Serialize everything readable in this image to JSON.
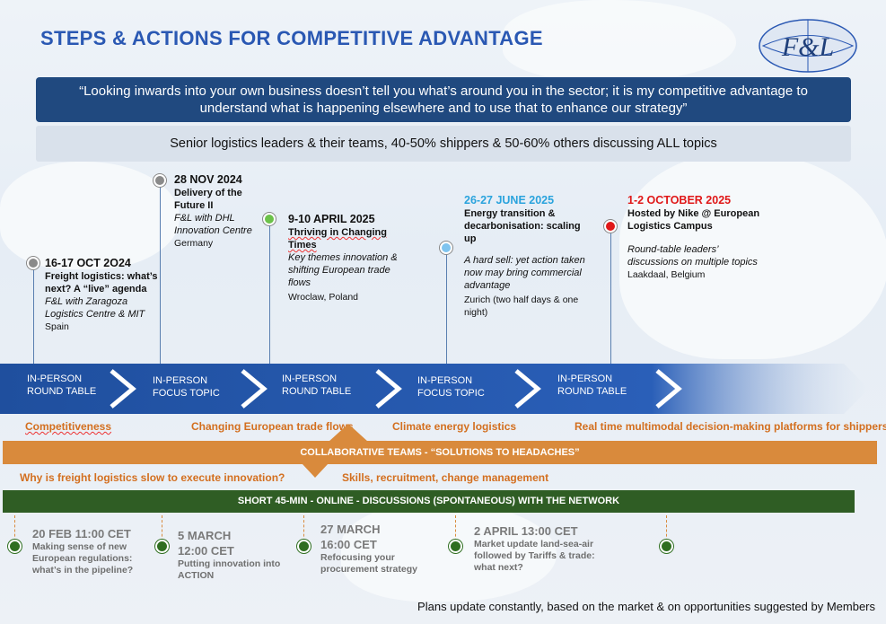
{
  "title": "STEPS & ACTIONS FOR COMPETITIVE ADVANTAGE",
  "logo_text": "F&L",
  "quote": "“Looking inwards into your own business doesn’t tell you what’s around you in the sector; it is my competitive advantage to understand what is happening elsewhere and to use that to enhance our strategy”",
  "audience": "Senior logistics leaders & their teams, 40-50% shippers & 50-60% others discussing ALL topics",
  "events": [
    {
      "date": "16-17 OCT 2O24",
      "lines": [
        {
          "t": "Freight logistics: what’s next? A “live” agenda",
          "s": "head"
        },
        {
          "t": "F&L with Zaragoza Logistics Centre & MIT",
          "s": "it"
        },
        {
          "t": "Spain",
          "s": "loc"
        }
      ],
      "dot_color": "#8a8a8a",
      "date_color": "#111111"
    },
    {
      "date": "28 NOV 2024",
      "lines": [
        {
          "t": "Delivery of the Future II",
          "s": "head"
        },
        {
          "t": "F&L with DHL Innovation Centre",
          "s": "it"
        },
        {
          "t": "Germany",
          "s": "loc"
        }
      ],
      "dot_color": "#8a8a8a",
      "date_color": "#111111"
    },
    {
      "date": "9-10 APRIL 2025",
      "lines": [
        {
          "t": "Thriving in Changing Times",
          "s": "head"
        },
        {
          "t": "Key themes innovation & shifting European trade flows",
          "s": "it"
        },
        {
          "t": "Wroclaw, Poland",
          "s": "loc"
        }
      ],
      "dot_color": "#6cc24a",
      "date_color": "#111111"
    },
    {
      "date": "26-27 JUNE 2025",
      "lines": [
        {
          "t": "Energy transition & decarbonisation: scaling up",
          "s": "head"
        },
        {
          "t": "A hard sell: yet action taken now may bring commercial advantage",
          "s": "it"
        },
        {
          "t": "Zurich (two half days & one night)",
          "s": "loc"
        }
      ],
      "dot_color": "#7fc4ef",
      "date_color": "#2aa3dd"
    },
    {
      "date": "1-2 OCTOBER 2025",
      "lines": [
        {
          "t": "Hosted by Nike @ European Logistics Campus",
          "s": "head"
        },
        {
          "t": "Round-table leaders’ discussions on multiple topics",
          "s": "it"
        },
        {
          "t": "Laakdaal, Belgium",
          "s": "loc"
        }
      ],
      "dot_color": "#e01818",
      "date_color": "#e01818"
    }
  ],
  "stages": [
    {
      "line1": "IN-PERSON",
      "line2": "ROUND TABLE"
    },
    {
      "line1": "IN-PERSON",
      "line2": "FOCUS TOPIC"
    },
    {
      "line1": "IN-PERSON",
      "line2": "ROUND TABLE"
    },
    {
      "line1": "IN-PERSON",
      "line2": "FOCUS TOPIC"
    },
    {
      "line1": "IN-PERSON",
      "line2": "ROUND TABLE"
    }
  ],
  "topics_upper": [
    "Competitiveness",
    "Changing European trade flows",
    "Climate energy logistics",
    "Real time multimodal decision-making platforms for shippers"
  ],
  "collab_bar": "COLLABORATIVE TEAMS - “SOLUTIONS TO HEADACHES”",
  "topics_lower": [
    "Why is freight logistics slow to execute innovation?",
    "Skills, recruitment, change management"
  ],
  "online_bar": "SHORT 45-MIN   -   ONLINE   -   DISCUSSIONS (SPONTANEOUS) WITH THE NETWORK",
  "online_events": [
    {
      "date": "20 FEB 11:00 CET",
      "desc": "Making sense of new European regulations: what’s in the pipeline?"
    },
    {
      "date": "5 MARCH 12:00 CET",
      "desc": "Putting innovation into ACTION"
    },
    {
      "date": "27 MARCH 16:00 CET",
      "desc": "Refocusing your procurement strategy"
    },
    {
      "date": "2 APRIL 13:00 CET",
      "desc": "Market update land-sea-air followed by Tariffs & trade: what next?"
    }
  ],
  "footer": "Plans update constantly, based on the market & on opportunities suggested by Members",
  "colors": {
    "title": "#2a58b3",
    "quote_bg": "#20497f",
    "arrow": "#2255a4",
    "orange": "#d98a3c",
    "green": "#2f5d24"
  }
}
